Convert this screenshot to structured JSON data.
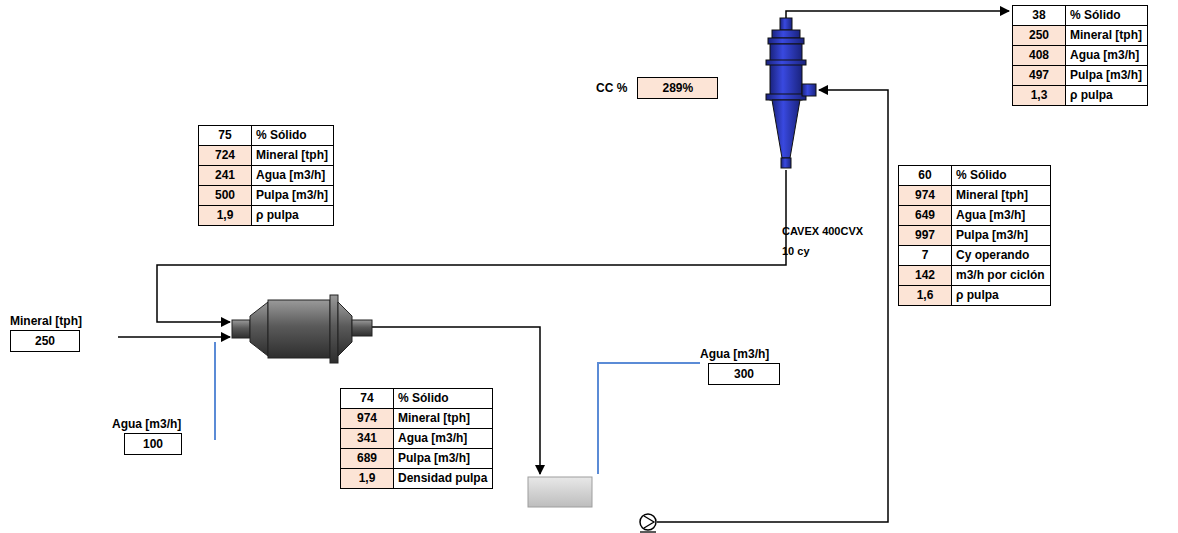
{
  "diagram": {
    "nodes": [
      {
        "text": [
          "38",
          "% Sólido",
          "250",
          "Mineral [tph]",
          "408",
          "Agua [m3/h]",
          "497",
          "Pulpa [m3/h]",
          "1,3",
          "ρ pulpa"
        ]
      },
      {
        "text": [
          "CC %",
          "289%"
        ]
      },
      {
        "text": [
          "75",
          "% Sólido",
          "724",
          "Mineral [tph]",
          "241",
          "Agua [m3/h]",
          "500",
          "Pulpa [m3/h]",
          "1,9",
          "ρ pulpa"
        ]
      },
      {
        "text": [
          "60",
          "% Sólido",
          "974",
          "Mineral [tph]",
          "649",
          "Agua [m3/h]",
          "997",
          "Pulpa [m3/h]",
          "7",
          "Cy operando",
          "142",
          "m3/h por ciclón",
          "1,6",
          "ρ pulpa"
        ]
      },
      {
        "text": [
          "Agua [m3/h]",
          "300"
        ]
      },
      {
        "text": [
          "Mineral [tph]",
          "250"
        ]
      },
      {
        "text": [
          "Agua [m3/h]",
          "100"
        ]
      },
      {
        "text": [
          "74",
          "% Sólido",
          "974",
          "Mineral [tph]",
          "341",
          "Agua [m3/h]",
          "689",
          "Pulpa [m3/h]",
          "1,9",
          "Densidad pulpa"
        ]
      }
    ],
    "labels": [
      "CAVEX 400CVX",
      "10 cy"
    ]
  }
}
